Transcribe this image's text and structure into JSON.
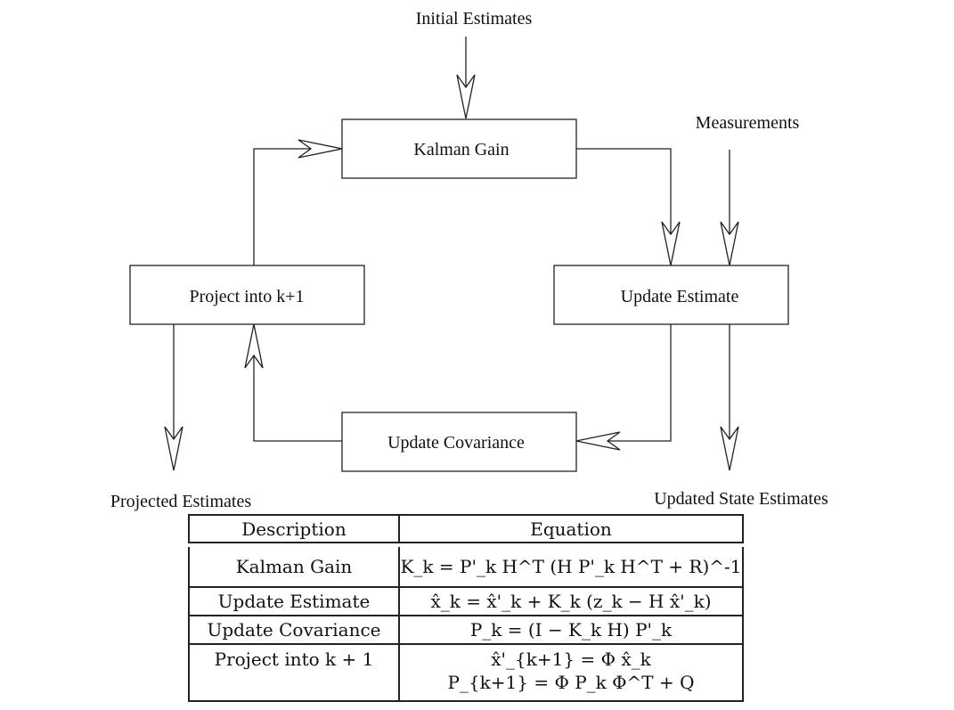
{
  "flow": {
    "initial_estimates": "Initial Estimates",
    "measurements": "Measurements",
    "kalman_gain": "Kalman Gain",
    "update_estimate": "Update Estimate",
    "update_covariance": "Update Covariance",
    "project": "Project into k+1",
    "projected_estimates": "Projected Estimates",
    "updated_state_estimates": "Updated State Estimates"
  },
  "table": {
    "headers": [
      "Description",
      "Equation"
    ],
    "rows": [
      {
        "description": "Kalman Gain",
        "equations": [
          "K_k = P'_k H^T (H P'_k H^T + R)^-1"
        ]
      },
      {
        "description": "Update Estimate",
        "equations": [
          "x̂_k = x̂'_k + K_k (z_k − H x̂'_k)"
        ]
      },
      {
        "description": "Update Covariance",
        "equations": [
          "P_k = (I − K_k H) P'_k"
        ]
      },
      {
        "description": "Project into k + 1",
        "equations": [
          "x̂'_{k+1} = Φ x̂_k",
          "P_{k+1} = Φ P_k Φ^T + Q"
        ]
      }
    ]
  }
}
